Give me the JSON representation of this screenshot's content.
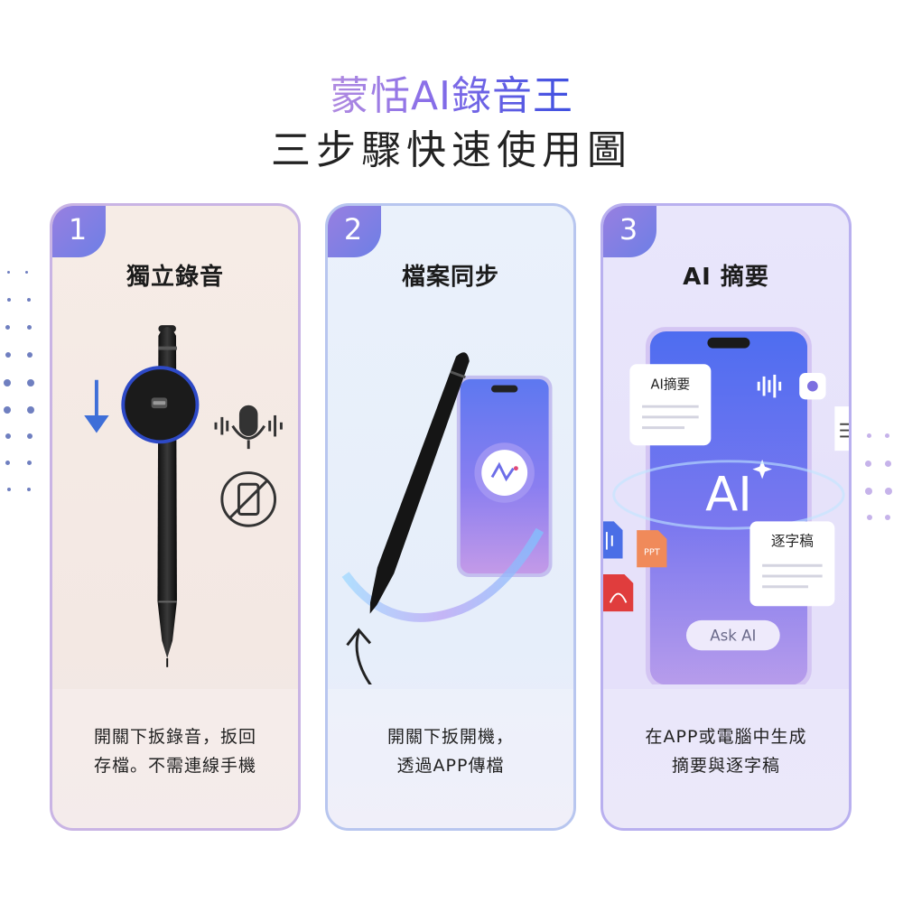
{
  "header": {
    "brand": "蒙恬AI錄音王",
    "subtitle": "三步驟快速使用圖"
  },
  "colors": {
    "brand_gradient_start": "#b18be0",
    "brand_gradient_end": "#3d4fe0",
    "badge": "#8a7fe4",
    "arrow_blue": "#3e6fd8",
    "text_dark": "#222222"
  },
  "steps": [
    {
      "number": "1",
      "title": "獨立錄音",
      "desc_line1": "開關下扳錄音，扳回",
      "desc_line2": "存檔。不需連線手機",
      "icons": [
        "pen-recorder-icon",
        "switch-zoom-icon",
        "down-arrow-icon",
        "microphone-icon",
        "no-phone-icon"
      ]
    },
    {
      "number": "2",
      "title": "檔案同步",
      "desc_line1": "開關下扳開機，",
      "desc_line2": "透過APP傳檔",
      "icons": [
        "pen-recorder-icon",
        "phone-icon",
        "sync-wave-icon",
        "curved-arrow-icon"
      ]
    },
    {
      "number": "3",
      "title": "AI 摘要",
      "desc_line1": "在APP或電腦中生成",
      "desc_line2": "摘要與逐字稿",
      "phone": {
        "summary_card": "AI摘要",
        "center_label": "AI",
        "transcript_card": "逐字稿",
        "ask_button": "Ask AI",
        "ppt_label": "PPT"
      },
      "icons": [
        "phone-icon",
        "audio-wave-icon",
        "brain-icon",
        "document-icon",
        "audio-file-icon",
        "ppt-file-icon",
        "pdf-file-icon"
      ]
    }
  ]
}
